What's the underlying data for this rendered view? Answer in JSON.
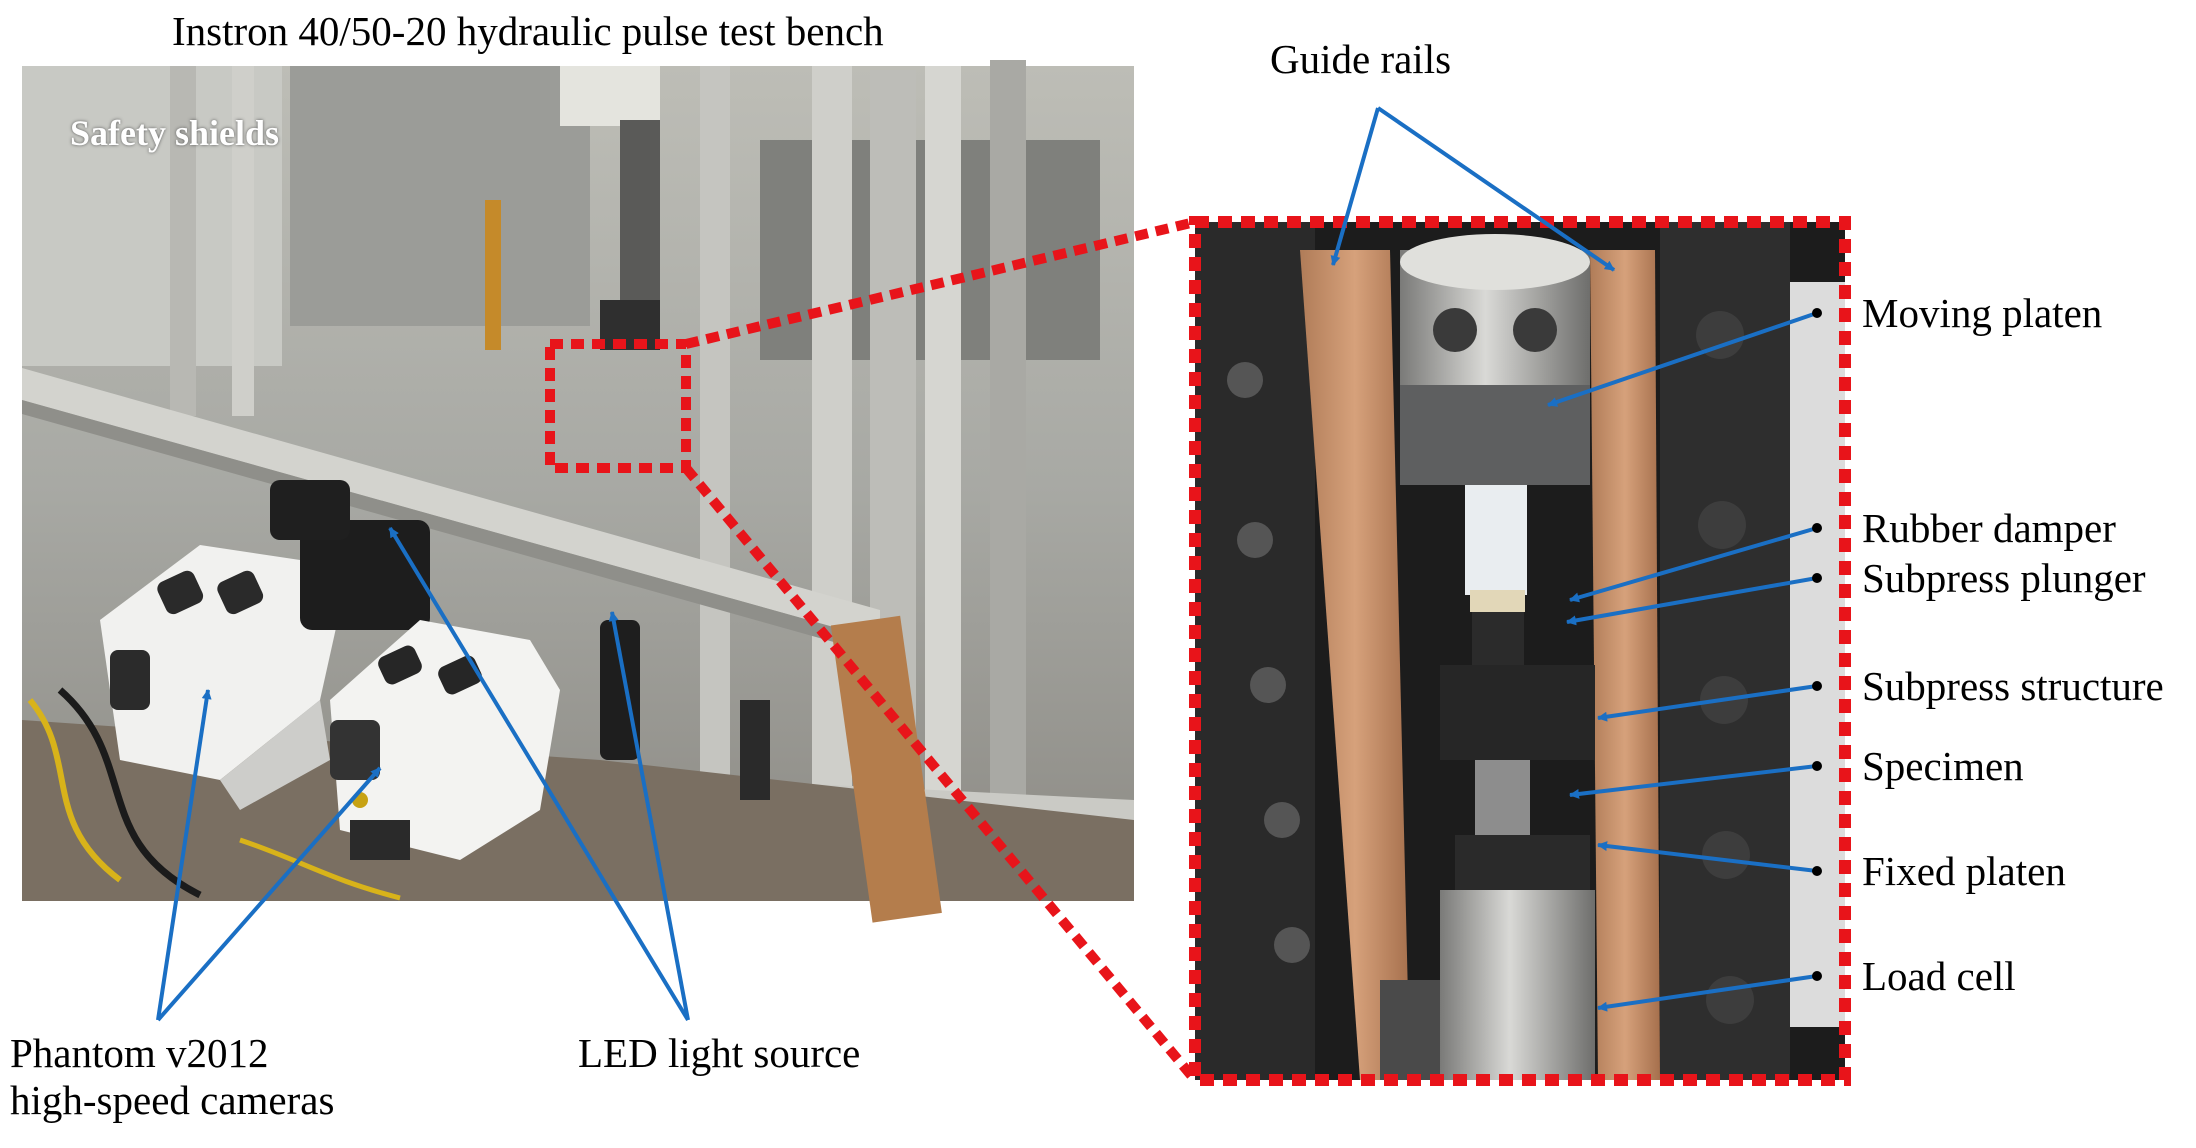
{
  "figure": {
    "title": "Instron 40/50-20 hydraulic pulse test bench",
    "overlay_label": "Safety shields",
    "guide_rails": "Guide rails",
    "cameras": [
      "Phantom v2012",
      "high-speed cameras"
    ],
    "led": "LED light source",
    "components": [
      "Moving platen",
      "Rubber damper",
      "Subpress plunger",
      "Subpress structure",
      "Specimen",
      "Fixed platen",
      "Load cell"
    ]
  },
  "colors": {
    "arrow": "#1a6fc4",
    "zoom_box": "#e8141a",
    "text": "#000000"
  }
}
